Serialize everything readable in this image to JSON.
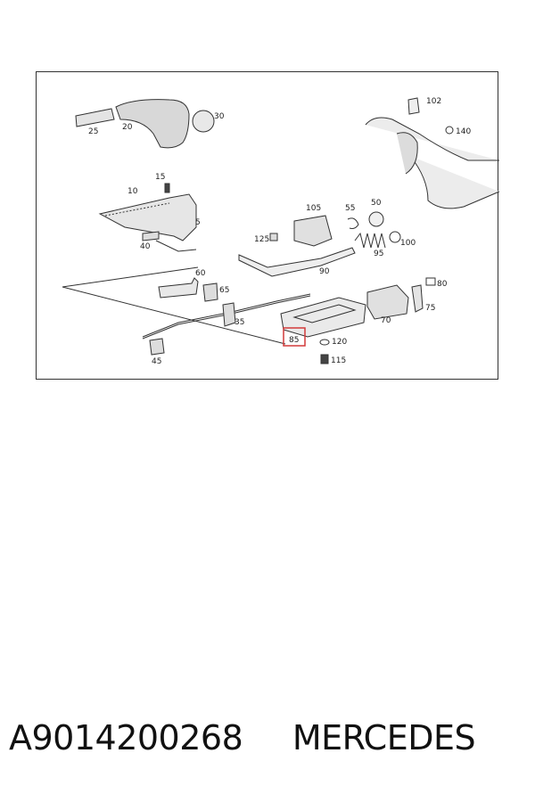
{
  "diagram": {
    "labels": {
      "l102": "102",
      "l140": "140",
      "l25": "25",
      "l20": "20",
      "l30": "30",
      "l15": "15",
      "l10": "10",
      "l5": "5",
      "l40": "40",
      "l105": "105",
      "l55": "55",
      "l50": "50",
      "l125": "125",
      "l100": "100",
      "l95": "95",
      "l90": "90",
      "l60": "60",
      "l65": "65",
      "l80": "80",
      "l75": "75",
      "l70": "70",
      "l35": "35",
      "l85": "85",
      "l120": "120",
      "l115": "115",
      "l45": "45"
    },
    "highlight_color": "#d23a3a",
    "line_color": "#333333"
  },
  "caption": {
    "part_number": "A9014200268",
    "brand": "MERCEDES"
  }
}
